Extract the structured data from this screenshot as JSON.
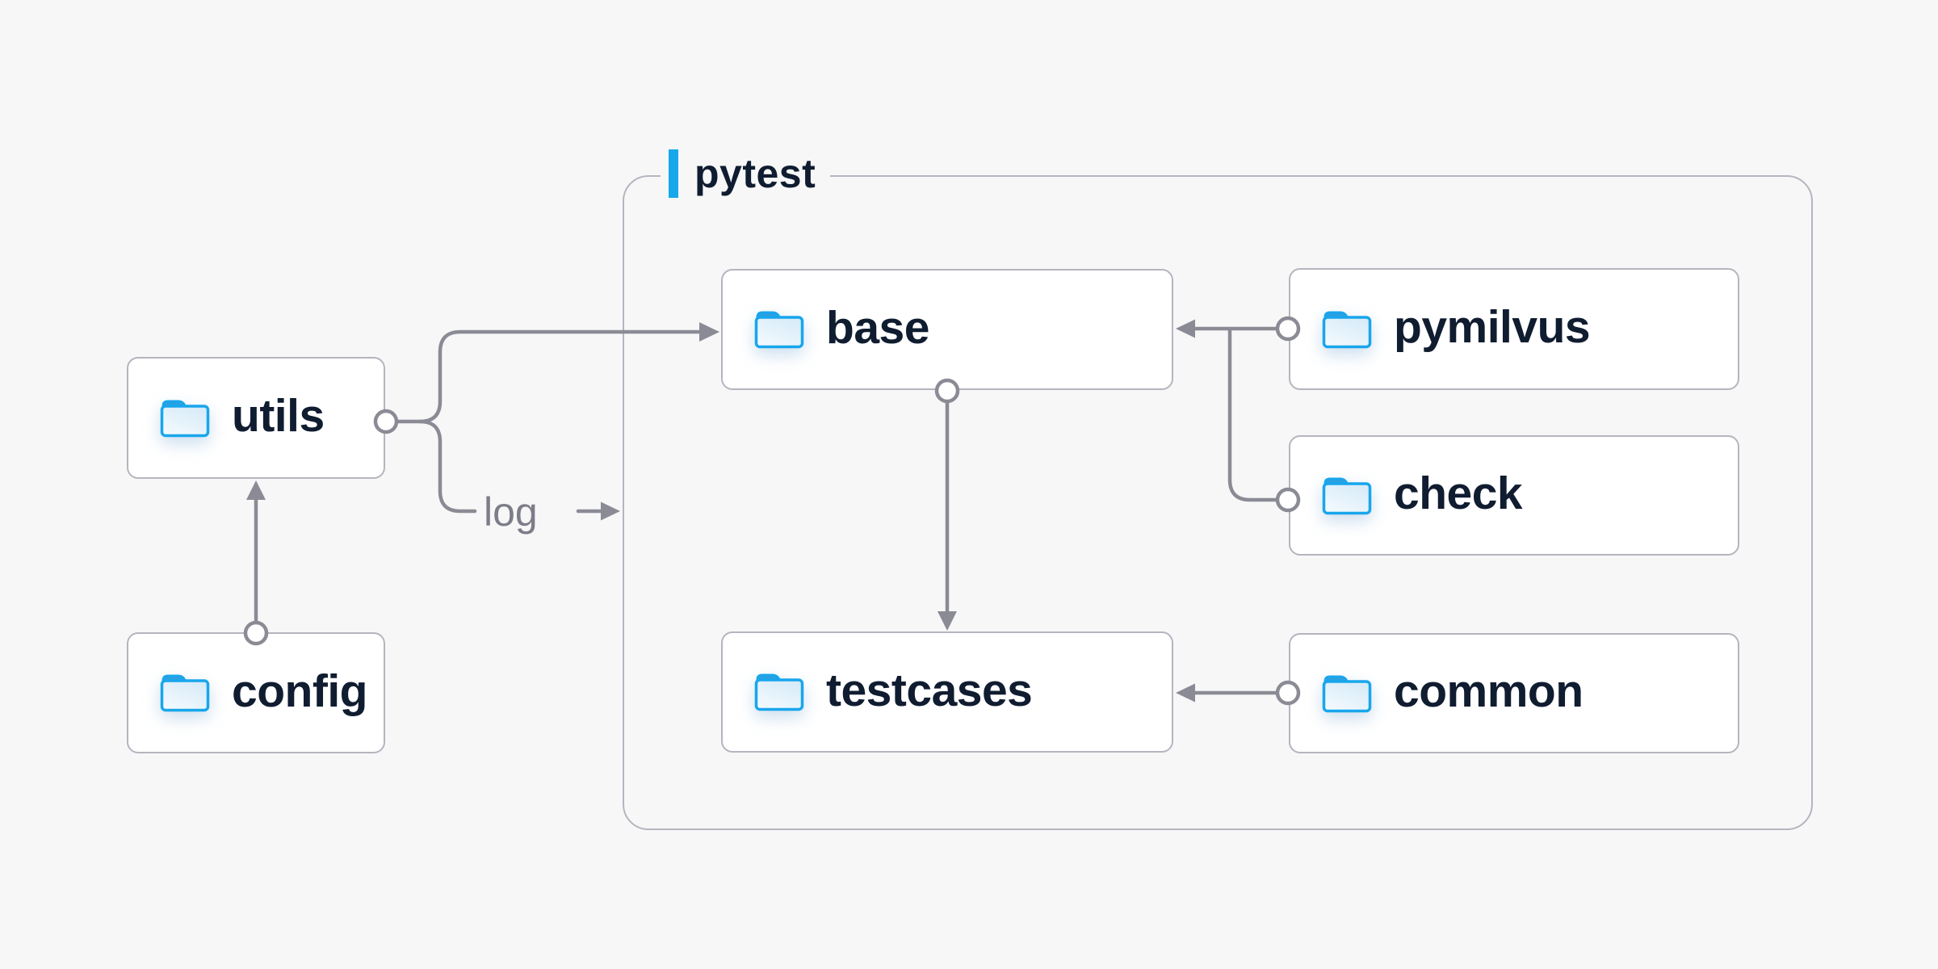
{
  "diagram": {
    "group": {
      "label": "pytest"
    },
    "nodes": {
      "utils": {
        "label": "utils"
      },
      "config": {
        "label": "config"
      },
      "base": {
        "label": "base"
      },
      "testcases": {
        "label": "testcases"
      },
      "pymilvus": {
        "label": "pymilvus"
      },
      "check": {
        "label": "check"
      },
      "common": {
        "label": "common"
      }
    },
    "edge_label": "log",
    "edges": [
      {
        "from": "config",
        "to": "utils"
      },
      {
        "from": "utils",
        "to": "base"
      },
      {
        "from": "utils",
        "to": "log"
      },
      {
        "from": "pymilvus",
        "to": "base"
      },
      {
        "from": "check",
        "to": "base"
      },
      {
        "from": "base",
        "to": "testcases"
      },
      {
        "from": "common",
        "to": "testcases"
      }
    ],
    "colors": {
      "background": "#f7f7f8",
      "card_fill": "#ffffff",
      "card_border": "#b5b5bf",
      "connector": "#8b8b95",
      "node_text": "#101c30",
      "edge_label_text": "#7d7d88",
      "accent_blue": "#16a8ea",
      "folder_stroke": "#18a6ec"
    }
  }
}
